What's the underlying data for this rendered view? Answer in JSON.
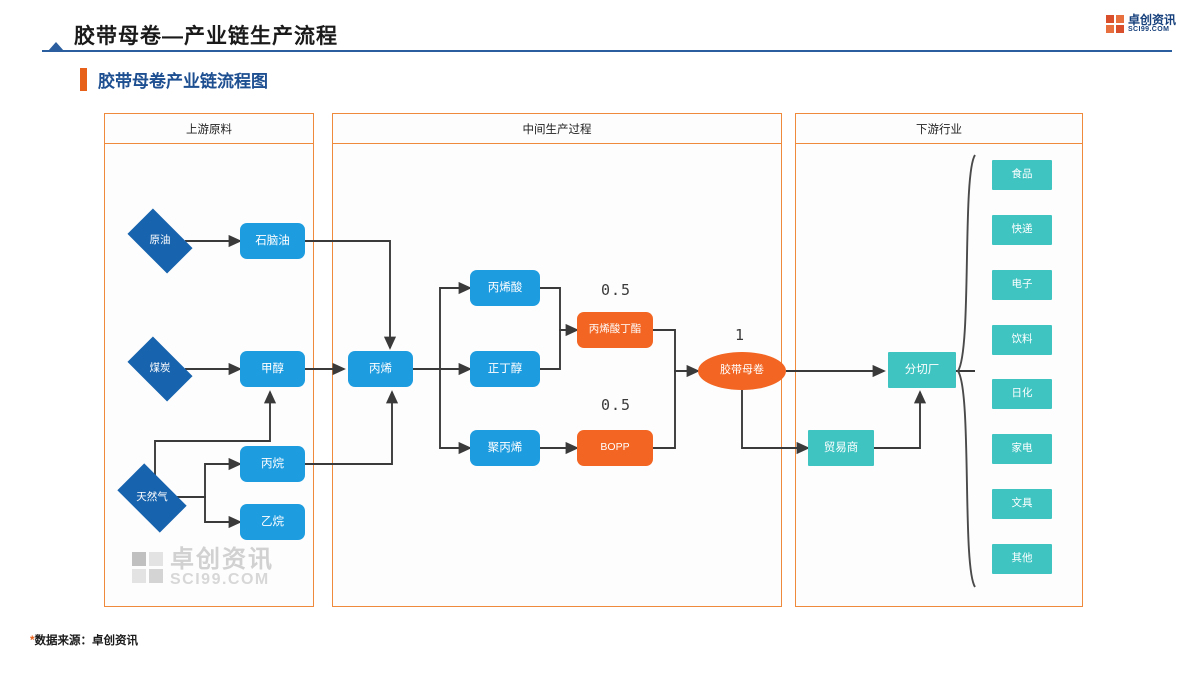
{
  "header": {
    "title": "胶带母卷—产业链生产流程",
    "logo_cn": "卓创资讯",
    "logo_en": "SCI99.COM"
  },
  "subtitle": "胶带母卷产业链流程图",
  "panels": [
    {
      "id": "upstream",
      "title": "上游原料"
    },
    {
      "id": "midstream",
      "title": "中间生产过程"
    },
    {
      "id": "downstream",
      "title": "下游行业"
    }
  ],
  "nodes": {
    "crude_oil": "原油",
    "coal": "煤炭",
    "natural_gas": "天然气",
    "naphtha": "石脑油",
    "methanol": "甲醇",
    "propane": "丙烷",
    "ethane": "乙烷",
    "propylene": "丙烯",
    "acrylic_acid": "丙烯酸",
    "n_butanol": "正丁醇",
    "polypropylene": "聚丙烯",
    "butyl_acrylate": "丙烯酸丁酯",
    "bopp": "BOPP",
    "tape_jumbo": "胶带母卷",
    "slitting_plant": "分切厂",
    "trader": "贸易商"
  },
  "ratio_labels": {
    "butyl_acrylate": "0.5",
    "bopp": "0.5",
    "tape_jumbo": "1"
  },
  "downstream_items": [
    "食品",
    "快递",
    "电子",
    "饮料",
    "日化",
    "家电",
    "文具",
    "其他"
  ],
  "watermark": {
    "cn": "卓创资讯",
    "en": "SCI99.COM"
  },
  "footnote": {
    "star": "*",
    "text": "数据来源：卓创资讯"
  },
  "colors": {
    "panel_border": "#ef8a3c",
    "blue_node": "#1e9ce0",
    "diamond": "#1763ad",
    "orange_node": "#f26522",
    "teal_node": "#3fc4c2",
    "accent_bar": "#e8611a",
    "title_rule": "#2a5e9e",
    "subtitle_text": "#1d4f91"
  }
}
